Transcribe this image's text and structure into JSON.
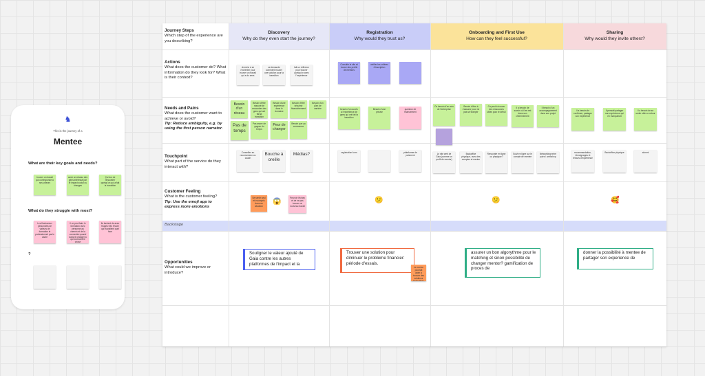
{
  "persona": {
    "icon": "unicorn-icon",
    "subtitle": "This is the journey of a",
    "name": "Mentee",
    "q1": "What are their key goals and needs?",
    "goals": [
      "trouver un travail qui corresponde à ses valeurs",
      "avoir un réseau des gens intéressé par le impact social ou changes",
      "Ça leur de rencontrer quelqu'un qui a fait la transition"
    ],
    "q2": "What do they struggle with most?",
    "struggles": [
      "Les fluxtraveux personnels de valeurs de formation le professionnel par le cadre",
      "Il ce peut faire le formation avec personne au chemin et de la connectée quand dans le changer à qui tout dans le chose",
      "Ils lachent de avec feuges très l'école qui travaillent quel face"
    ],
    "q3": "?"
  },
  "board": {
    "rows": {
      "steps": {
        "title": "Journey Steps",
        "desc": "Which step of the experience are you describing?"
      },
      "actions": {
        "title": "Actions",
        "desc": "What does the customer do? What information do they look for? What is their context?"
      },
      "needs": {
        "title": "Needs and Pains",
        "desc": "What does the customer want to achieve or avoid?",
        "tip": "Tip: Reduce ambiguity, e.g. by using the first person narrator."
      },
      "touch": {
        "title": "Touchpoint",
        "desc": "What part of the service do they interact with?"
      },
      "feeling": {
        "title": "Customer Feeling",
        "desc": "What is the customer feeling?",
        "tip": "Tip: Use the emoji app to express more emotions"
      },
      "backstage": {
        "title": "Backstage"
      },
      "opps": {
        "title": "Opportunities",
        "desc": "What could we improve or introduce?"
      }
    },
    "columns": [
      {
        "title": "Discovery",
        "question": "Why do they even start the journey?",
        "color": "#e6e7f7"
      },
      {
        "title": "Registration",
        "question": "Why would they trust us?",
        "color": "#c9cdf8"
      },
      {
        "title": "Onboarding and First Use",
        "question": "How can they feel successful?",
        "color": "#fbe39a"
      },
      {
        "title": "Sharing",
        "question": "Why would they invite others?",
        "color": "#f7d9dc"
      }
    ],
    "actions": {
      "discovery": [
        "cherche à se réorienter pour trouver un travail qui a du sens",
        "se demande comment trouver une solution pour la transition",
        "fait un réflexion pour trouver quelqu'un avec l'expérience"
      ],
      "registration": [
        "Consulte le site et trouve des profils de mentors",
        "vérifier les critères d'inscription",
        ""
      ]
    },
    "needs": {
      "discovery": [
        "Besoin d'un réseau",
        "Besoin d'être rassuré de rencontrer des gens qui ont fait la transition",
        "Besoin d'une expérience dans le domaine",
        "Besoin d'être sécurisé financièrement",
        "Besoin d'un plan de carrière",
        "Pas de temps",
        "Pas assez de gagner du temps",
        "Peur de changer",
        "Besoin que ça commence"
      ],
      "registration": [
        "besoin d'un accès à l'expérience de gens qui ont fait la transition",
        "Besoin d'une preuve",
        "question de financement"
      ],
      "onboarding": [
        "Ca besoin d'un avis de l'entreprise",
        "Besoin d'être à s'assurer pour ne pas se tromper",
        "Ca peut à trouver des ressources utiles pour le début",
        "Il a besoin de savoir où il en est dans son cheminement",
        "Il besoin d'un accompagnement dans son projet",
        ""
      ],
      "sharing": [
        "Il a besoin de confirmer, partager son expérience",
        "Il pensait partager son expérience qui en manquerait",
        "Il a besoin de se sentir utile en retour"
      ]
    },
    "touch": {
      "discovery": [
        "Conseiller en reconversion ou coach",
        "Bouche à oreille",
        "Médias?"
      ],
      "registration": [
        "registration form",
        "",
        "plateforme de paiement"
      ],
      "onboarding": [
        "Le site web de Gaia (comme un profil de mentor)",
        "Backoffice physique, avec des comptes et mentor",
        "Rencontre en ligne ou physique?",
        "Suivi en ligne sur le compte de mentee",
        "Networking entre pairs / workshop"
      ],
      "sharing": [
        "recommandation, témoignages et retours d'expérience",
        "Backoffice physique",
        "alumni"
      ]
    },
    "feeling": {
      "discovery": [
        "Se sentir seul et incompris dans sa situation",
        "Peur de l'échec et de ne pas trouver un nouveau travail"
      ]
    },
    "opps": {
      "discovery": "Souligner le valeur ajouté de Gaia contre les autres platformes de l'impact et la",
      "registration": "Trouver une solution pour diminuer le problème financier: période d'essais.",
      "registration_note": "Le mentor pourrait aider à trouver des solutions financières",
      "onboarding": "assurer un bon algorythme pour le matching et sinon possibilité de changer mentor? gamification de proces de",
      "sharing": "donner la possibilité à mentee de partager son experience de"
    }
  }
}
